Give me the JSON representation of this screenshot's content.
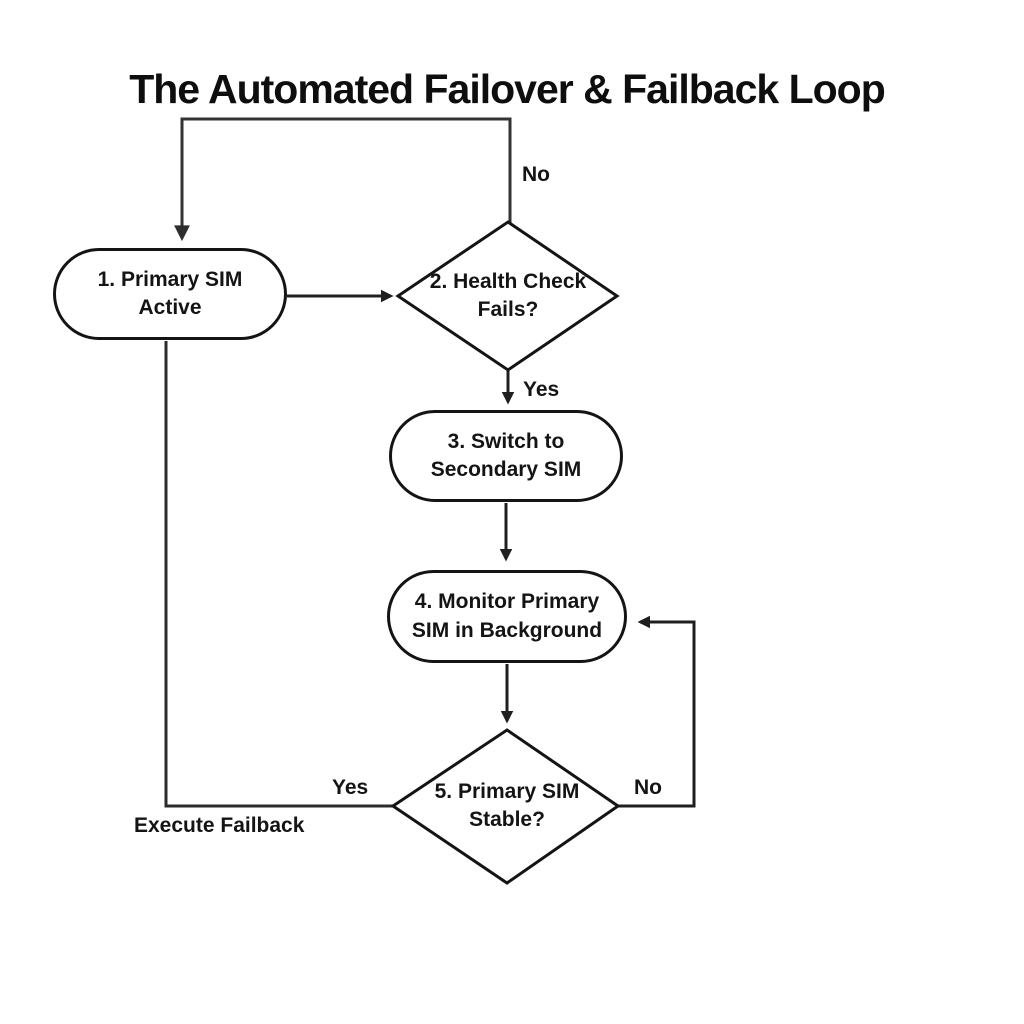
{
  "title": "The Automated Failover & Failback Loop",
  "diagram_type": "flowchart",
  "nodes": [
    {
      "id": "1",
      "shape": "stadium",
      "label": "1. Primary SIM Active"
    },
    {
      "id": "2",
      "shape": "diamond",
      "label": "2. Health Check Fails?"
    },
    {
      "id": "3",
      "shape": "stadium",
      "label": "3. Switch to Secondary SIM"
    },
    {
      "id": "4",
      "shape": "stadium",
      "label": "4. Monitor Primary SIM in Background"
    },
    {
      "id": "5",
      "shape": "diamond",
      "label": "5. Primary SIM Stable?"
    }
  ],
  "edges": [
    {
      "from": "2. Health Check Fails?",
      "to": "1. Primary SIM Active",
      "label": "No"
    },
    {
      "from": "1. Primary SIM Active",
      "to": "2. Health Check Fails?",
      "label": ""
    },
    {
      "from": "2. Health Check Fails?",
      "to": "3. Switch to Secondary SIM",
      "label": "Yes"
    },
    {
      "from": "3. Switch to Secondary SIM",
      "to": "4. Monitor Primary SIM in Background",
      "label": ""
    },
    {
      "from": "4. Monitor Primary SIM in Background",
      "to": "5. Primary SIM Stable?",
      "label": ""
    },
    {
      "from": "5. Primary SIM Stable?",
      "to": "4. Monitor Primary SIM in Background",
      "label": "No"
    },
    {
      "from": "5. Primary SIM Stable?",
      "to": "1. Primary SIM Active",
      "label": "Yes",
      "caption": "Execute Failback"
    }
  ],
  "edge_labels": {
    "health_check_no": "No",
    "health_check_yes": "Yes",
    "stable_yes": "Yes",
    "stable_no": "No",
    "failback_caption": "Execute Failback"
  },
  "colors": {
    "line": "#1f1f1f",
    "shape_border": "#141414",
    "text": "#141414",
    "background": "#ffffff"
  }
}
